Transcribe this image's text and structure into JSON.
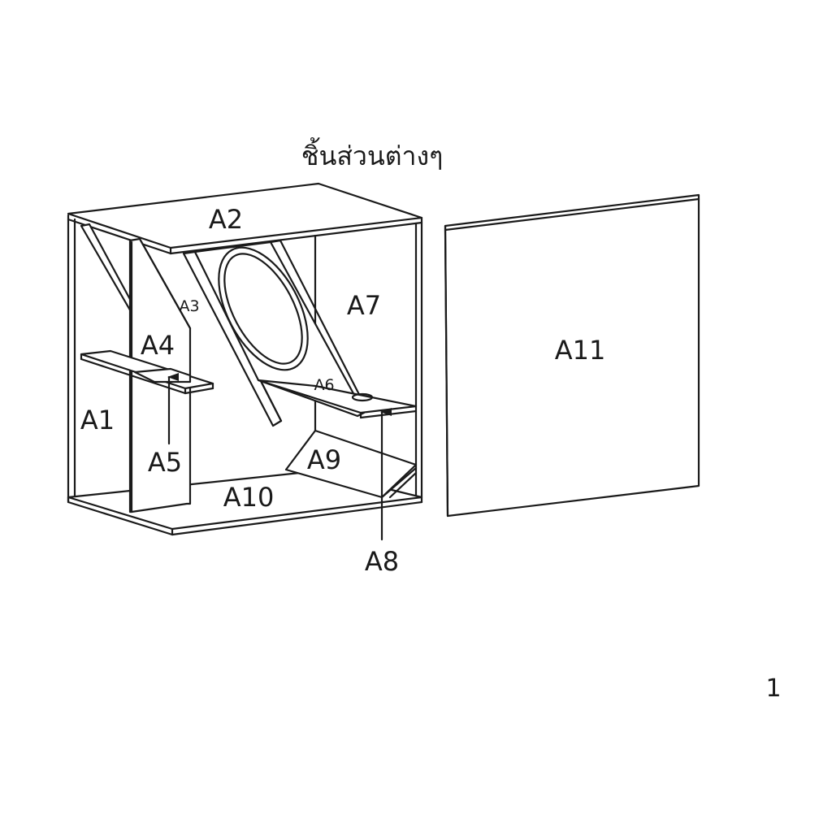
{
  "title": "ชิ้นส่วนต่างๆ",
  "page_number": "1",
  "parts": {
    "a1": "A1",
    "a2": "A2",
    "a3": "A3",
    "a4": "A4",
    "a5": "A5",
    "a6": "A6",
    "a7": "A7",
    "a8": "A8",
    "a9": "A9",
    "a10": "A10",
    "a11": "A11"
  }
}
